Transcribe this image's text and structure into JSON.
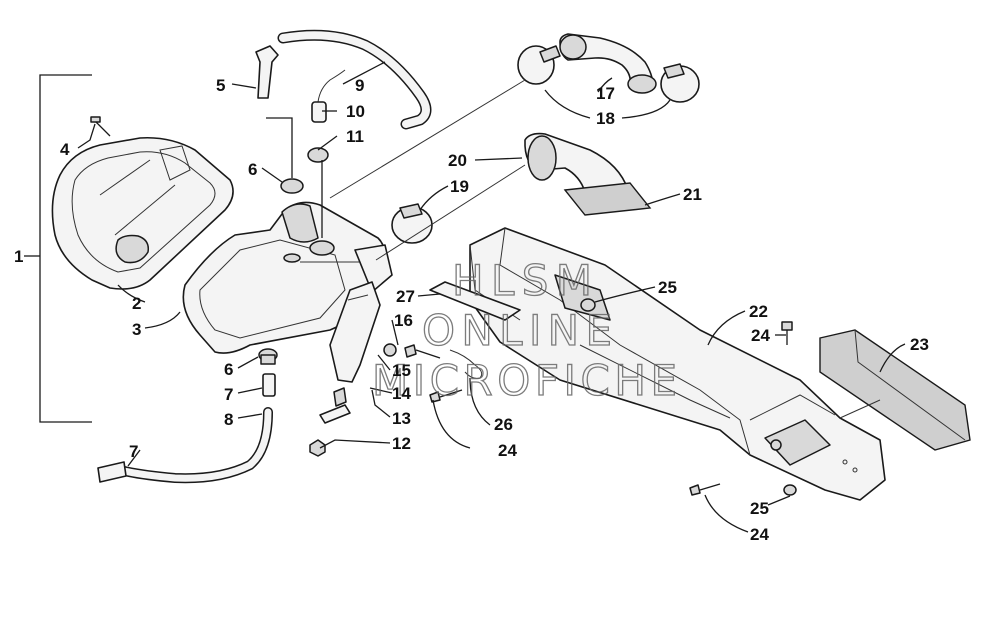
{
  "watermark": {
    "line1": "HLSM",
    "line2": "ONLINE",
    "line3": "MICROFICHE"
  },
  "callouts": [
    {
      "id": "c1",
      "text": "1"
    },
    {
      "id": "c2",
      "text": "2"
    },
    {
      "id": "c3",
      "text": "3"
    },
    {
      "id": "c4",
      "text": "4"
    },
    {
      "id": "c5",
      "text": "5"
    },
    {
      "id": "c6a",
      "text": "6"
    },
    {
      "id": "c6b",
      "text": "6"
    },
    {
      "id": "c7a",
      "text": "7"
    },
    {
      "id": "c7b",
      "text": "7"
    },
    {
      "id": "c8",
      "text": "8"
    },
    {
      "id": "c9",
      "text": "9"
    },
    {
      "id": "c10",
      "text": "10"
    },
    {
      "id": "c11",
      "text": "11"
    },
    {
      "id": "c12",
      "text": "12"
    },
    {
      "id": "c13",
      "text": "13"
    },
    {
      "id": "c14",
      "text": "14"
    },
    {
      "id": "c15",
      "text": "15"
    },
    {
      "id": "c16",
      "text": "16"
    },
    {
      "id": "c17",
      "text": "17"
    },
    {
      "id": "c18",
      "text": "18"
    },
    {
      "id": "c19",
      "text": "19"
    },
    {
      "id": "c20",
      "text": "20"
    },
    {
      "id": "c21",
      "text": "21"
    },
    {
      "id": "c22",
      "text": "22"
    },
    {
      "id": "c23",
      "text": "23"
    },
    {
      "id": "c24a",
      "text": "24"
    },
    {
      "id": "c24b",
      "text": "24"
    },
    {
      "id": "c24c",
      "text": "24"
    },
    {
      "id": "c25a",
      "text": "25"
    },
    {
      "id": "c25b",
      "text": "25"
    },
    {
      "id": "c26",
      "text": "26"
    },
    {
      "id": "c27",
      "text": "27"
    }
  ]
}
